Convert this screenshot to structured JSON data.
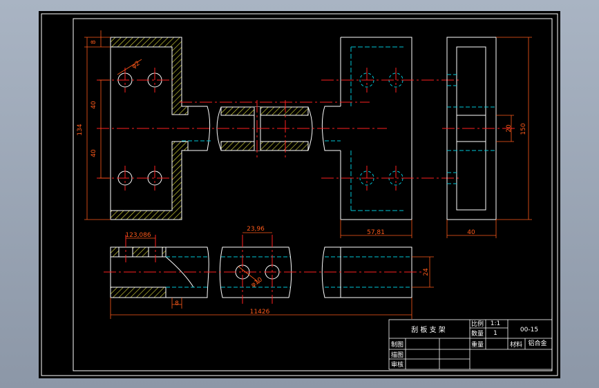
{
  "colors": {
    "background": "#000000",
    "outline": "#ffffff",
    "centerline": "#ff2020",
    "dimension": "#ff5a1a",
    "hidden": "#00c8d8",
    "hatch": "#e8e840"
  },
  "dimensions": {
    "d_8_top": "8",
    "d_40_upper": "40",
    "d_40_lower": "40",
    "d_134": "134",
    "d_dia2": "φ2",
    "d_150": "150",
    "d_20": "20",
    "d_5781": "57,81",
    "d_40_width": "40",
    "d_123086": "123,086",
    "d_2396": "23,96",
    "d_dia10": "φ10",
    "d_24": "24",
    "d_8_bottom": "8",
    "d_11426": "11426"
  },
  "title_block": {
    "part_name": "刮 板 支 架",
    "scale_label": "比例",
    "scale_value": "1:1",
    "quantity_label": "数量",
    "quantity_value": "1",
    "drawing_no": "00-15",
    "weight_label": "重量",
    "material_label": "材料",
    "material_value": "铝合金",
    "drawn_label": "制图",
    "traced_label": "描图",
    "checked_label": "审核"
  }
}
